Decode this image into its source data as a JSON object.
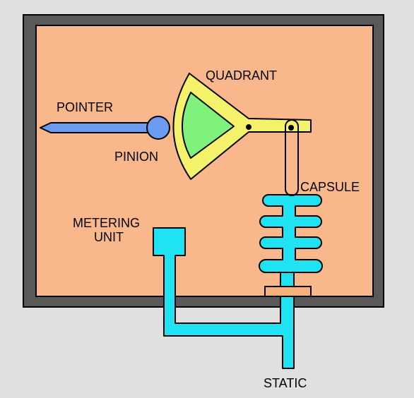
{
  "labels": {
    "quadrant": "QUADRANT",
    "pointer": "POINTER",
    "pinion": "PINION",
    "capsule": "CAPSULE",
    "metering_line1": "METERING",
    "metering_line2": "UNIT",
    "static": "STATIC"
  },
  "colors": {
    "background": "#e0e0e0",
    "case_frame": "#595959",
    "case_interior": "#f9b88c",
    "pointer": "#6b9cf2",
    "quadrant": "#f4f26b",
    "quadrant_inner": "#7ef27a",
    "tube": "#1fe3f2",
    "seal": "#f7b07c",
    "outline": "#000000"
  }
}
